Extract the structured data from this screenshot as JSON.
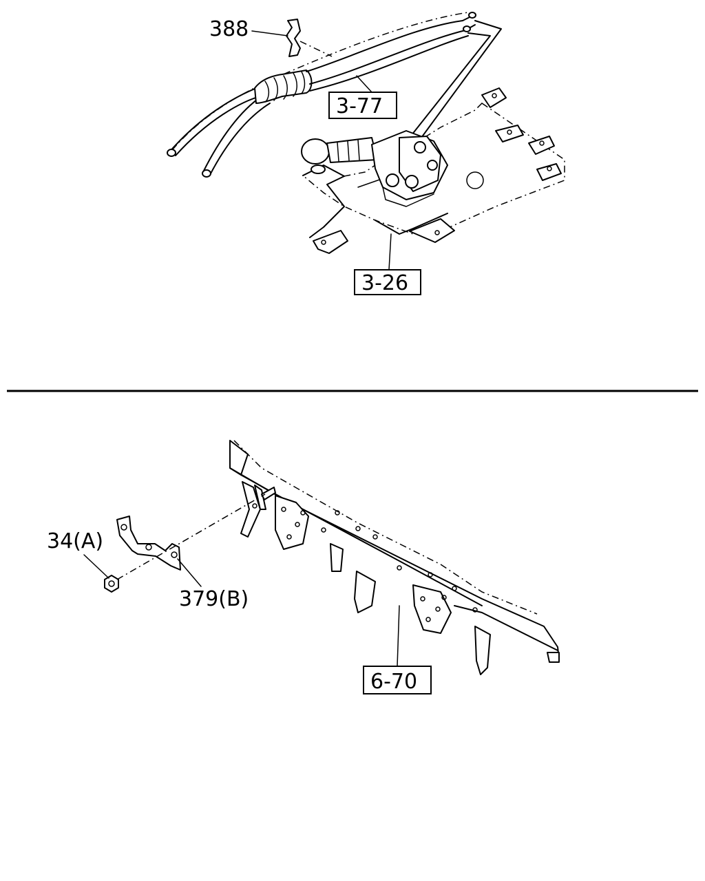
{
  "diagram": {
    "top_section": {
      "callouts": {
        "part_388": "388",
        "part_3_77": "3-77",
        "part_3_26": "3-26"
      }
    },
    "bottom_section": {
      "callouts": {
        "part_34a": "34(A)",
        "part_379b": "379(B)",
        "part_6_70": "6-70"
      }
    }
  }
}
